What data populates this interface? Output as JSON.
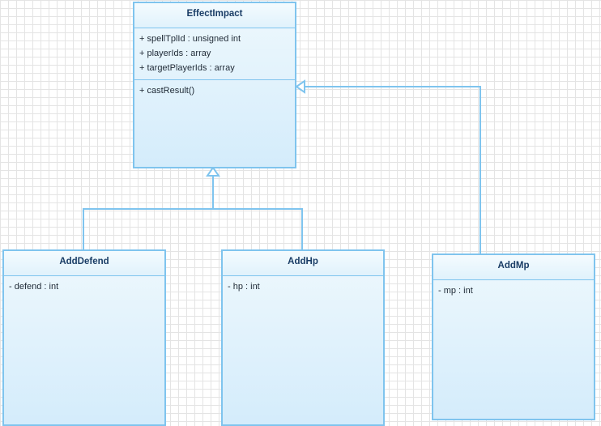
{
  "diagram": {
    "classes": [
      {
        "id": "effect-impact",
        "name": "EffectImpact",
        "attributes": [
          "+ spellTplId : unsigned int",
          "+ playerIds : array",
          "+ targetPlayerIds : array"
        ],
        "methods": [
          "+ castResult()"
        ]
      },
      {
        "id": "add-defend",
        "name": "AddDefend",
        "attributes": [
          "- defend : int"
        ],
        "methods": []
      },
      {
        "id": "add-hp",
        "name": "AddHp",
        "attributes": [
          "- hp : int"
        ],
        "methods": []
      },
      {
        "id": "add-mp",
        "name": "AddMp",
        "attributes": [
          "- mp : int"
        ],
        "methods": []
      }
    ],
    "relations": [
      {
        "type": "generalization",
        "from": "add-defend",
        "to": "effect-impact"
      },
      {
        "type": "generalization",
        "from": "add-hp",
        "to": "effect-impact"
      },
      {
        "type": "generalization",
        "from": "add-mp",
        "to": "effect-impact"
      }
    ],
    "colors": {
      "border": "#7fc4ee",
      "fill_top": "#eef8fd",
      "fill_bottom": "#d4ecfb",
      "title_text": "#1a3d66",
      "grid": "#e4e4e4"
    }
  }
}
